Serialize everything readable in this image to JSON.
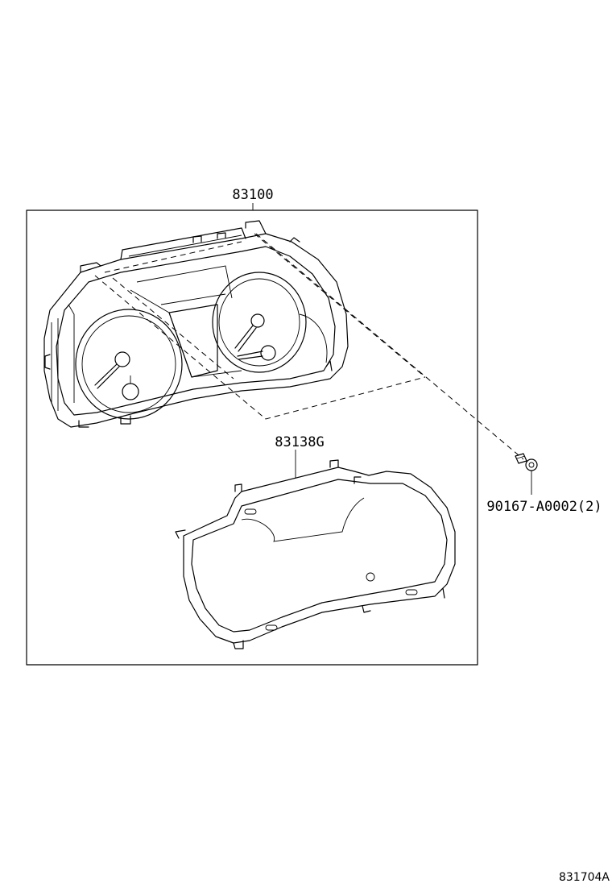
{
  "parts": {
    "cluster_assembly": "83100",
    "lens_cover": "83138G",
    "screw": "90167-A0002(2)"
  },
  "illustration_code": "831704A"
}
